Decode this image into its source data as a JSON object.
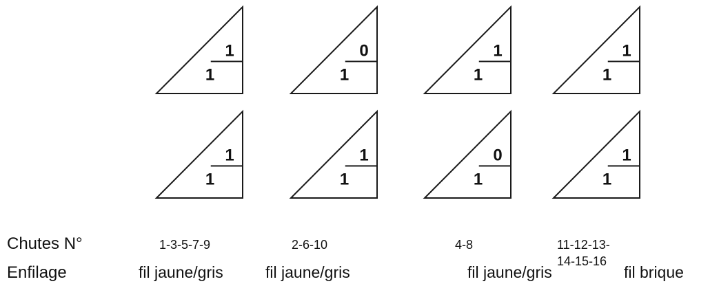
{
  "row_labels": {
    "chutes": "Chutes N°",
    "enfilage": "Enfilage"
  },
  "triangles": [
    [
      {
        "top": "1",
        "bottom": "1"
      },
      {
        "top": "0",
        "bottom": "1"
      },
      {
        "top": "1",
        "bottom": "1"
      },
      {
        "top": "1",
        "bottom": "1"
      }
    ],
    [
      {
        "top": "1",
        "bottom": "1"
      },
      {
        "top": "1",
        "bottom": "1"
      },
      {
        "top": "0",
        "bottom": "1"
      },
      {
        "top": "1",
        "bottom": "1"
      }
    ]
  ],
  "chutes": [
    {
      "line1": "1-3-5-7-9",
      "line2": ""
    },
    {
      "line1": "2-6-10",
      "line2": ""
    },
    {
      "line1": "4-8",
      "line2": ""
    },
    {
      "line1": "11-12-13-",
      "line2": "14-15-16"
    }
  ],
  "enfilage": [
    "fil jaune/gris",
    "fil jaune/gris",
    "fil jaune/gris",
    "fil brique"
  ]
}
